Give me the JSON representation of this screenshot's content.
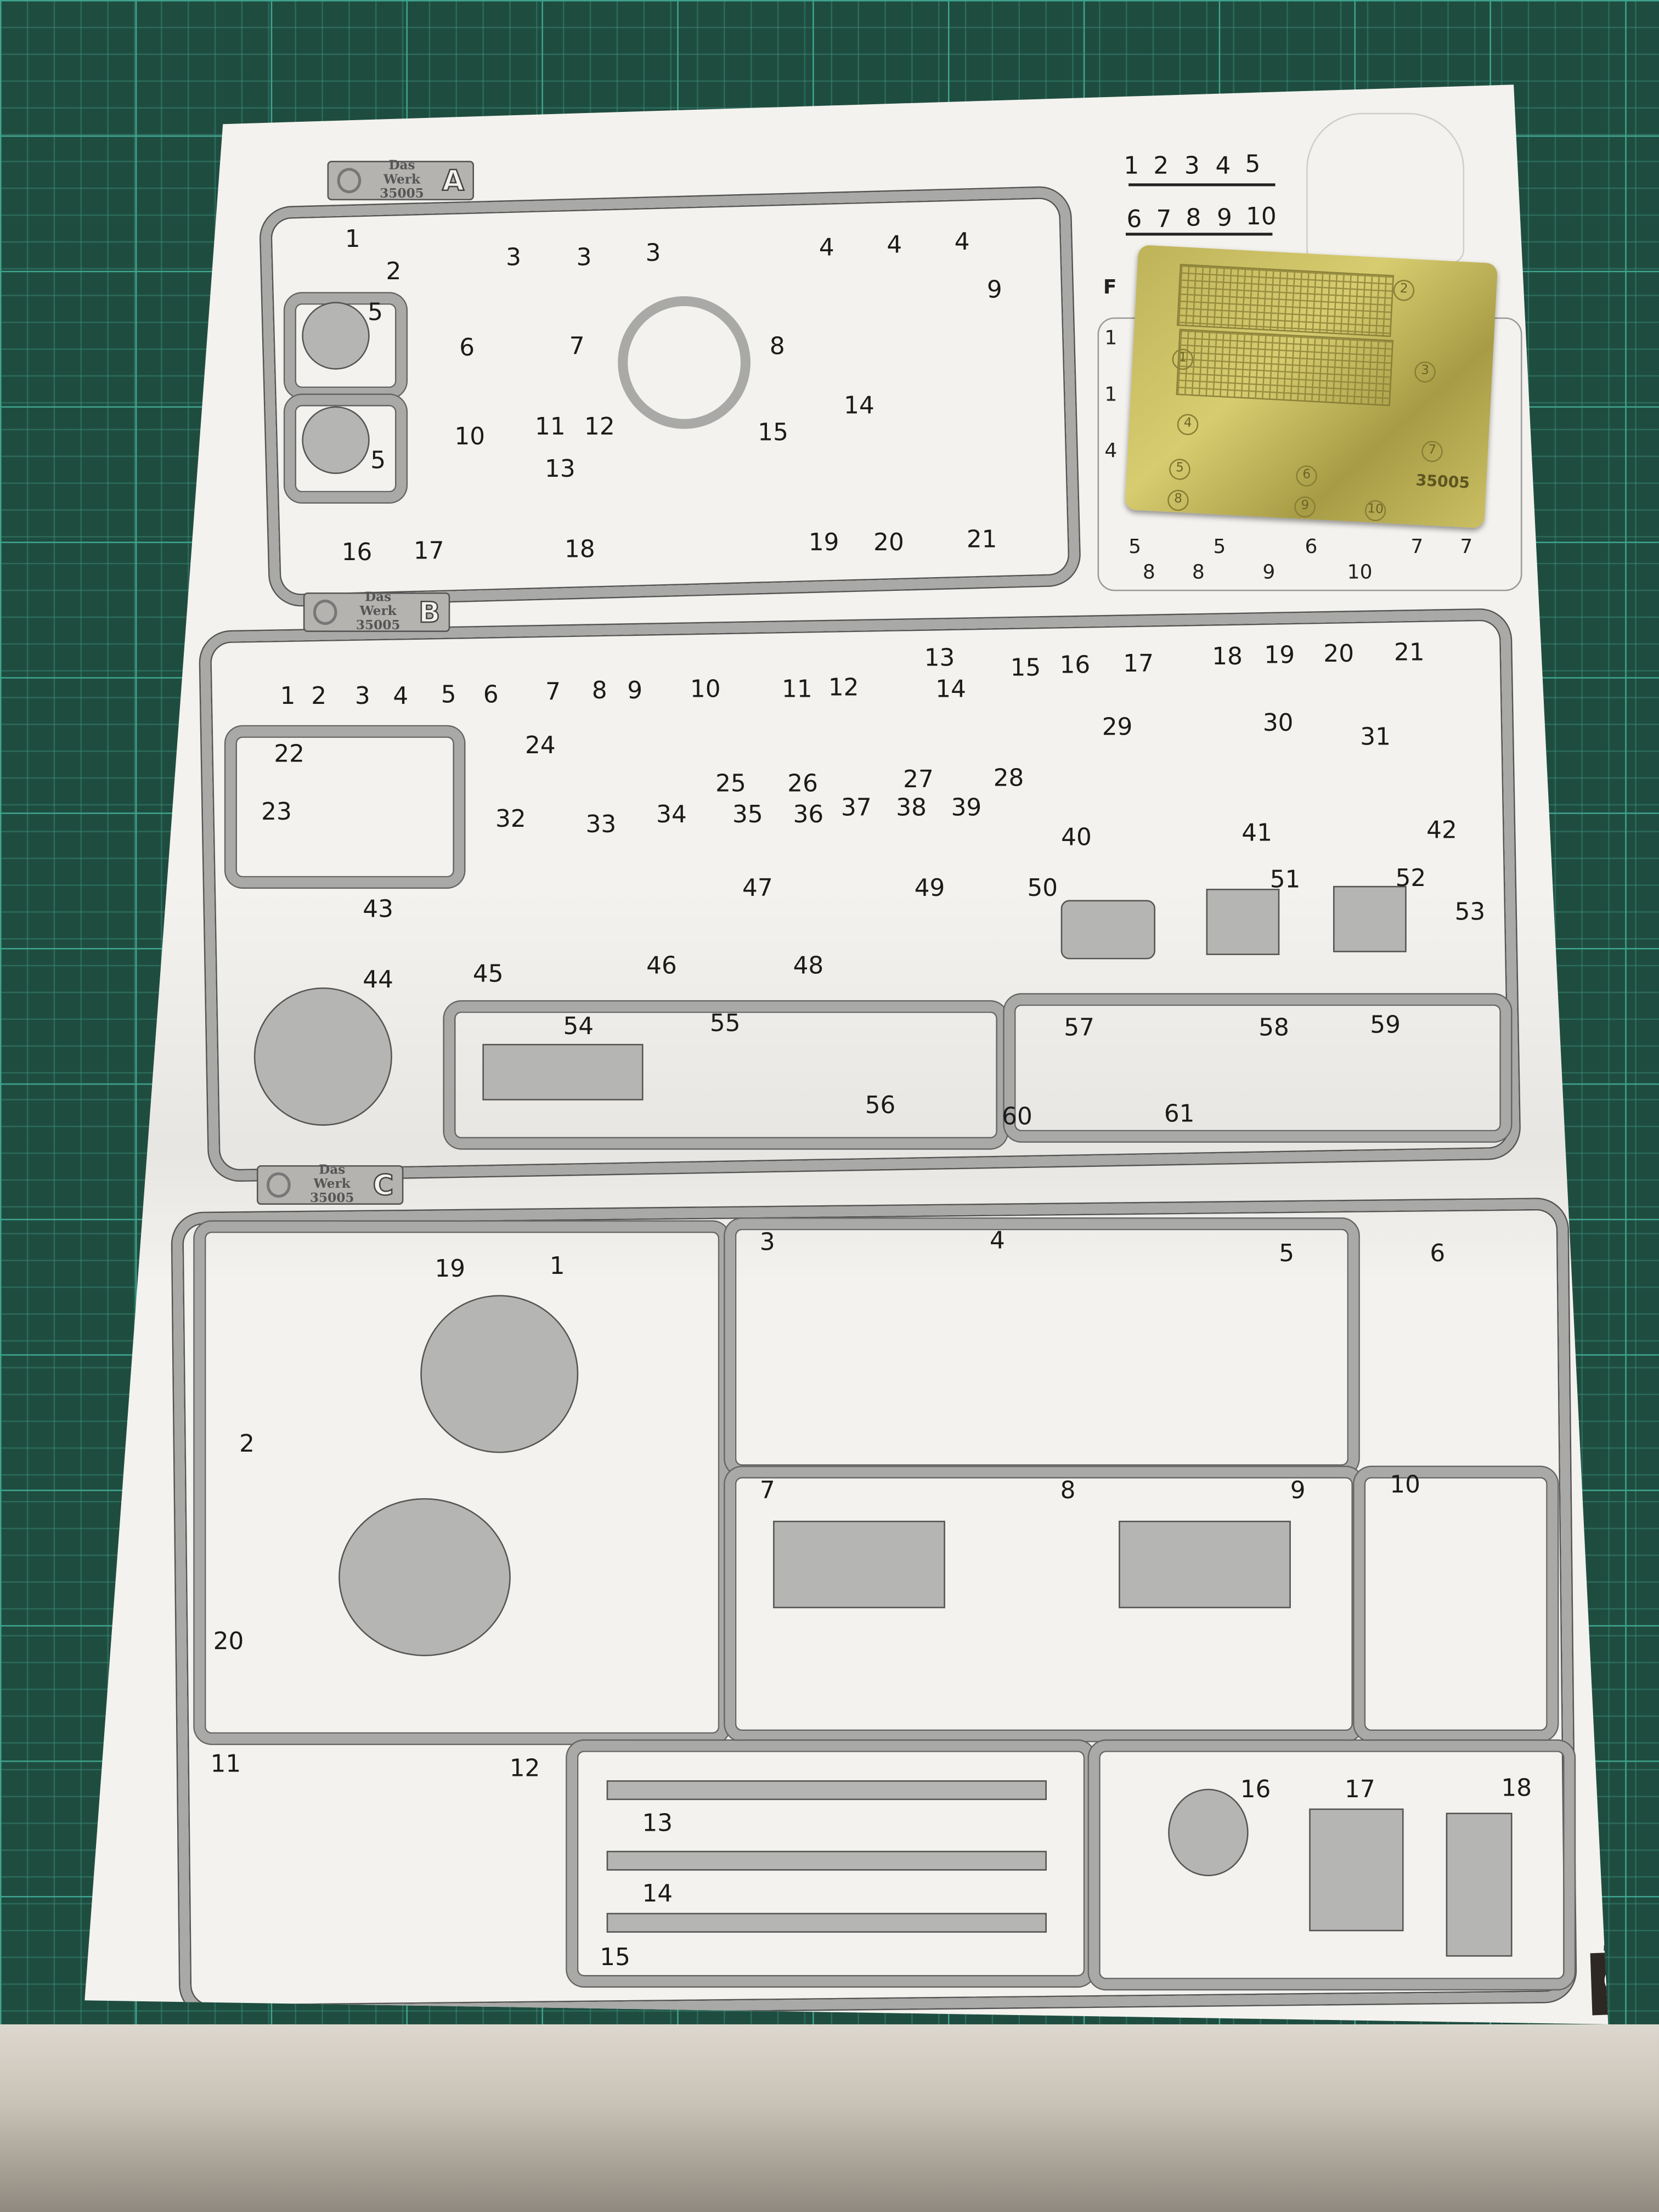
{
  "document_title": "DW35005 SMK TYP 2   SPRUE MAP INSERT",
  "brand": "Das Werk",
  "kit_number": "35005",
  "sprues": [
    {
      "letter": "A",
      "labels": [
        "1",
        "2",
        "3",
        "3",
        "3",
        "4",
        "4",
        "4",
        "5",
        "6",
        "7",
        "8",
        "9",
        "5",
        "10",
        "11",
        "12",
        "13",
        "14",
        "15",
        "16",
        "17",
        "18",
        "19",
        "20",
        "21"
      ]
    },
    {
      "letter": "B",
      "labels": [
        "1",
        "2",
        "3",
        "4",
        "5",
        "6",
        "7",
        "8",
        "9",
        "10",
        "11",
        "12",
        "13",
        "14",
        "15",
        "16",
        "17",
        "18",
        "19",
        "20",
        "21",
        "22",
        "23",
        "24",
        "25",
        "26",
        "27",
        "28",
        "29",
        "30",
        "31",
        "32",
        "33",
        "34",
        "35",
        "36",
        "37",
        "38",
        "39",
        "40",
        "41",
        "42",
        "43",
        "44",
        "45",
        "46",
        "47",
        "48",
        "49",
        "50",
        "51",
        "52",
        "53",
        "54",
        "55",
        "56",
        "57",
        "58",
        "59",
        "60",
        "61"
      ]
    },
    {
      "letter": "C",
      "labels": [
        "19",
        "1",
        "2",
        "20",
        "3",
        "4",
        "5",
        "6",
        "7",
        "8",
        "9",
        "10",
        "11",
        "12",
        "13",
        "14",
        "15",
        "16",
        "17",
        "18"
      ]
    }
  ],
  "sequence_key": {
    "row1": [
      "1",
      "2",
      "3",
      "4",
      "5"
    ],
    "row2": [
      "6",
      "7",
      "8",
      "9",
      "10"
    ]
  },
  "pe_fret": {
    "label": "F",
    "numbers": [
      "1",
      "2",
      "3",
      "4",
      "5",
      "6",
      "7",
      "8",
      "9",
      "10"
    ],
    "code": "35005",
    "key_labels": [
      "1",
      "1",
      "4",
      "5",
      "5",
      "6",
      "7",
      "7",
      "8",
      "8",
      "9",
      "10"
    ]
  },
  "colors": {
    "paper": "#f4f2ee",
    "sprue": "#a9a9a7",
    "mat": "#1e4d40",
    "brass": "#cfc368"
  }
}
